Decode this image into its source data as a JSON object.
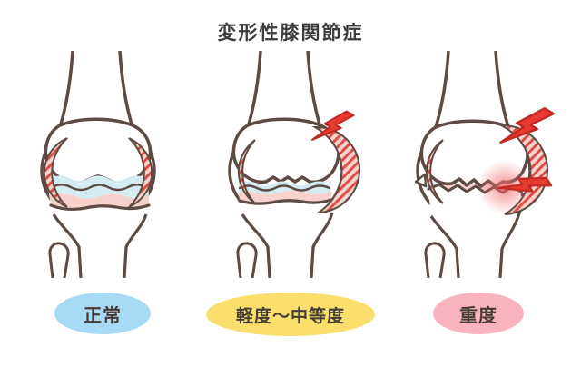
{
  "title": "変形性膝関節症",
  "stages": [
    {
      "name": "normal",
      "label": "正常",
      "label_bg": "#a8daf5"
    },
    {
      "name": "mild-to-moderate",
      "label": "軽度〜中等度",
      "label_bg": "#fbdf6d"
    },
    {
      "name": "severe",
      "label": "重度",
      "label_bg": "#f9b3bf"
    }
  ],
  "colors": {
    "bone_outline": "#5d4b43",
    "bone_fill": "#ffffff",
    "cartilage_blue": "#d4ecf1",
    "cartilage_pink": "#f7d2cc",
    "inflammation_hatch_red": "#dc4f44",
    "inflammation_hatch_bg": "#f6d3cf",
    "pain_bolt_red": "#e83a30",
    "pain_glow_red": "#f06a6a",
    "label_text": "#473d36",
    "title_text": "#3c3c3c"
  }
}
